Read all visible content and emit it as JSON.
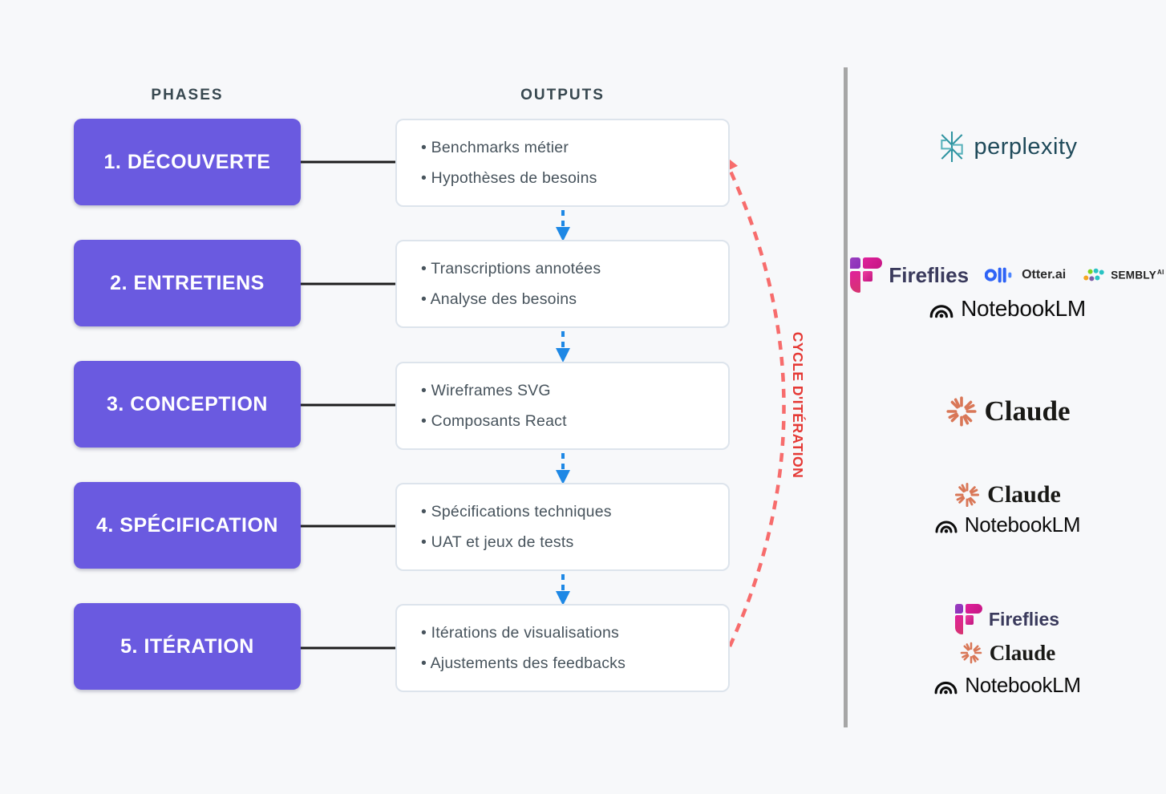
{
  "diagram": {
    "phases_header": "PHASES",
    "outputs_header": "OUTPUTS",
    "cycle_label": "CYCLE D'ITÉRATION",
    "phases": [
      {
        "label": "1. DÉCOUVERTE",
        "outputs": [
          "Benchmarks métier",
          "Hypothèses de besoins"
        ]
      },
      {
        "label": "2. ENTRETIENS",
        "outputs": [
          "Transcriptions annotées",
          "Analyse des besoins"
        ]
      },
      {
        "label": "3. CONCEPTION",
        "outputs": [
          "Wireframes SVG",
          "Composants React"
        ]
      },
      {
        "label": "4. SPÉCIFICATION",
        "outputs": [
          "Spécifications techniques",
          "UAT et jeux de tests"
        ]
      },
      {
        "label": "5. ITÉRATION",
        "outputs": [
          "Itérations de visualisations",
          "Ajustements des feedbacks"
        ]
      }
    ]
  },
  "tools": {
    "perplexity": "perplexity",
    "fireflies": "Fireflies",
    "otter": "Otter.ai",
    "sembly": "SEMBLY",
    "sembly_sup": "AI",
    "notebooklm": "NotebookLM",
    "claude": "Claude"
  },
  "colors": {
    "background": "#f7f8fa",
    "phase_fill": "#6a5ae0",
    "output_border": "#dde4ec",
    "arrow_blue": "#1e88e5",
    "cycle_red": "#f76c6c",
    "cycle_text_red": "#e53935",
    "connector_black": "#1c1c1c",
    "divider_gray": "#a6a6a6",
    "perplexity_teal": "#2e93a0",
    "fireflies_pink": "#d6219c",
    "claude_orange": "#d97757"
  }
}
